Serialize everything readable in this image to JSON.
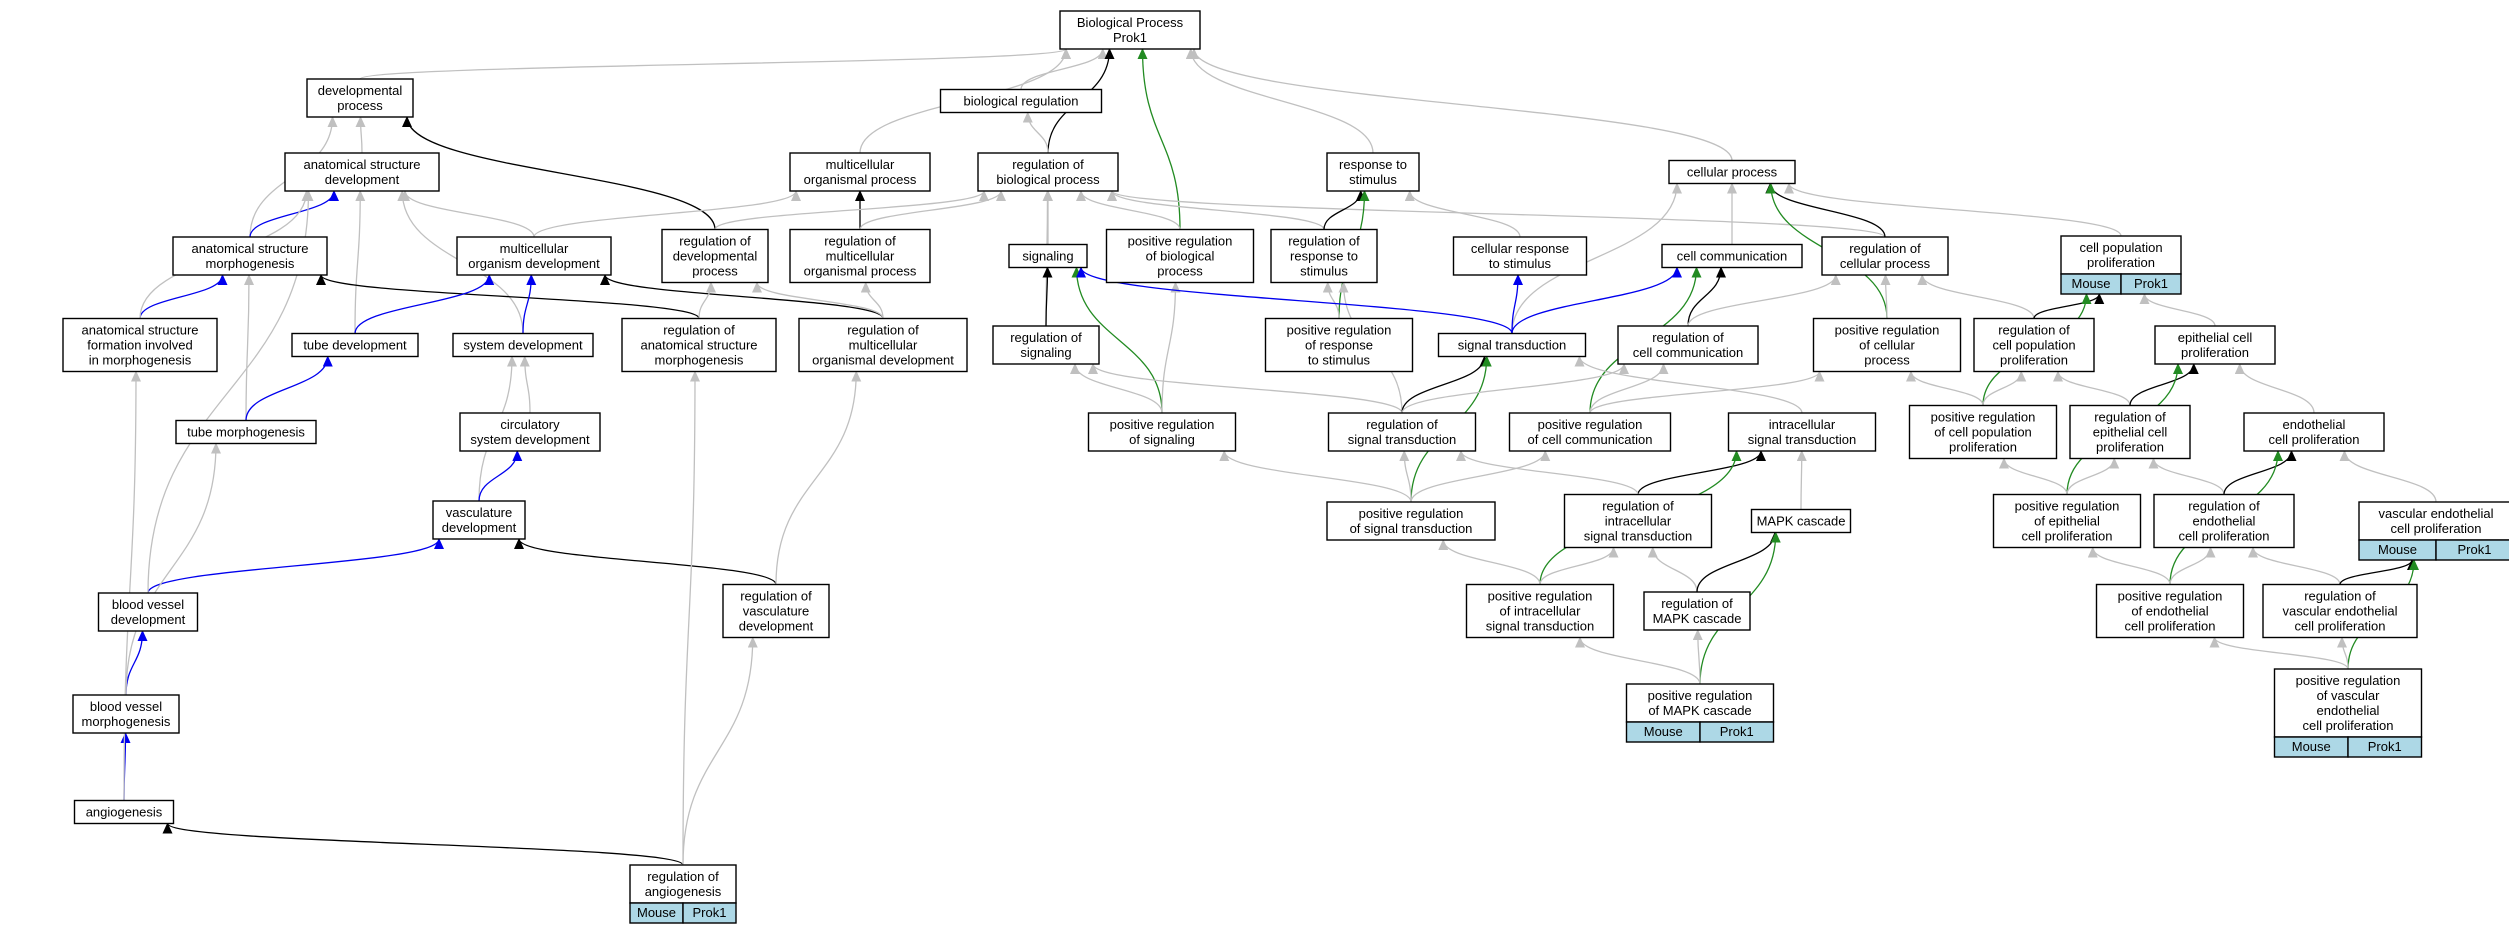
{
  "colors": {
    "is_a": "#c0c0c0",
    "regulates": "#000000",
    "positively_regulates": "#228b22",
    "part_of": "#0000ee",
    "annotation_fill": "#add8e6"
  },
  "nodes": [
    {
      "id": "bp",
      "lines": [
        "Biological Process",
        "Prok1"
      ]
    },
    {
      "id": "dev",
      "lines": [
        "developmental",
        "process"
      ]
    },
    {
      "id": "biolreg",
      "lines": [
        "biological regulation"
      ]
    },
    {
      "id": "asd",
      "lines": [
        "anatomical structure",
        "development"
      ]
    },
    {
      "id": "mop",
      "lines": [
        "multicellular",
        "organismal process"
      ]
    },
    {
      "id": "regbp",
      "lines": [
        "regulation of",
        "biological process"
      ]
    },
    {
      "id": "resp",
      "lines": [
        "response to",
        "stimulus"
      ]
    },
    {
      "id": "cellproc",
      "lines": [
        "cellular process"
      ]
    },
    {
      "id": "cpp",
      "lines": [
        "cell population",
        "proliferation"
      ],
      "annotation": [
        "Mouse",
        "Prok1"
      ]
    },
    {
      "id": "asm",
      "lines": [
        "anatomical structure",
        "morphogenesis"
      ]
    },
    {
      "id": "mod",
      "lines": [
        "multicellular",
        "organism development"
      ]
    },
    {
      "id": "regdev",
      "lines": [
        "regulation of",
        "developmental",
        "process"
      ]
    },
    {
      "id": "regmop",
      "lines": [
        "regulation of",
        "multicellular",
        "organismal process"
      ]
    },
    {
      "id": "signaling",
      "lines": [
        "signaling"
      ]
    },
    {
      "id": "posregbp",
      "lines": [
        "positive regulation",
        "of biological",
        "process"
      ]
    },
    {
      "id": "regresp",
      "lines": [
        "regulation of",
        "response to",
        "stimulus"
      ]
    },
    {
      "id": "cellresp",
      "lines": [
        "cellular response",
        "to stimulus"
      ]
    },
    {
      "id": "cellcomm",
      "lines": [
        "cell communication"
      ]
    },
    {
      "id": "regcp",
      "lines": [
        "regulation of",
        "cellular process"
      ]
    },
    {
      "id": "asfm",
      "lines": [
        "anatomical structure",
        "formation involved",
        "in morphogenesis"
      ]
    },
    {
      "id": "tubedev",
      "lines": [
        "tube development"
      ]
    },
    {
      "id": "sysdev",
      "lines": [
        "system development"
      ]
    },
    {
      "id": "regasm",
      "lines": [
        "regulation of",
        "anatomical structure",
        "morphogenesis"
      ]
    },
    {
      "id": "regmod",
      "lines": [
        "regulation of",
        "multicellular",
        "organismal development"
      ]
    },
    {
      "id": "regsig",
      "lines": [
        "regulation of",
        "signaling"
      ]
    },
    {
      "id": "posregresp",
      "lines": [
        "positive regulation",
        "of response",
        "to stimulus"
      ]
    },
    {
      "id": "sigtrans",
      "lines": [
        "signal transduction"
      ]
    },
    {
      "id": "regcellcomm",
      "lines": [
        "regulation of",
        "cell communication"
      ]
    },
    {
      "id": "posregcp",
      "lines": [
        "positive regulation",
        "of cellular",
        "process"
      ]
    },
    {
      "id": "regcpp",
      "lines": [
        "regulation of",
        "cell population",
        "proliferation"
      ]
    },
    {
      "id": "epicp",
      "lines": [
        "epithelial cell",
        "proliferation"
      ]
    },
    {
      "id": "tubemorph",
      "lines": [
        "tube morphogenesis"
      ]
    },
    {
      "id": "circsys",
      "lines": [
        "circulatory",
        "system development"
      ]
    },
    {
      "id": "posregsig",
      "lines": [
        "positive regulation",
        "of signaling"
      ]
    },
    {
      "id": "regst",
      "lines": [
        "regulation of",
        "signal transduction"
      ]
    },
    {
      "id": "posregcellcomm",
      "lines": [
        "positive regulation",
        "of cell communication"
      ]
    },
    {
      "id": "intrast",
      "lines": [
        "intracellular",
        "signal transduction"
      ]
    },
    {
      "id": "posregcpp",
      "lines": [
        "positive regulation",
        "of cell population",
        "proliferation"
      ]
    },
    {
      "id": "regepicp",
      "lines": [
        "regulation of",
        "epithelial cell",
        "proliferation"
      ]
    },
    {
      "id": "endocp",
      "lines": [
        "endothelial",
        "cell proliferation"
      ]
    },
    {
      "id": "vascdev",
      "lines": [
        "vasculature",
        "development"
      ]
    },
    {
      "id": "posregst",
      "lines": [
        "positive regulation",
        "of signal transduction"
      ]
    },
    {
      "id": "regintrast",
      "lines": [
        "regulation of",
        "intracellular",
        "signal transduction"
      ]
    },
    {
      "id": "mapk",
      "lines": [
        "MAPK cascade"
      ]
    },
    {
      "id": "posregepicp",
      "lines": [
        "positive regulation",
        "of epithelial",
        "cell proliferation"
      ]
    },
    {
      "id": "regendocp",
      "lines": [
        "regulation of",
        "endothelial",
        "cell proliferation"
      ]
    },
    {
      "id": "vascendocp",
      "lines": [
        "vascular endothelial",
        "cell proliferation"
      ],
      "annotation": [
        "Mouse",
        "Prok1"
      ]
    },
    {
      "id": "bvdev",
      "lines": [
        "blood vessel",
        "development"
      ]
    },
    {
      "id": "regvascdev",
      "lines": [
        "regulation of",
        "vasculature",
        "development"
      ]
    },
    {
      "id": "posregintrast",
      "lines": [
        "positive regulation",
        "of intracellular",
        "signal transduction"
      ]
    },
    {
      "id": "regmapk",
      "lines": [
        "regulation of",
        "MAPK cascade"
      ]
    },
    {
      "id": "posregendocp",
      "lines": [
        "positive regulation",
        "of endothelial",
        "cell proliferation"
      ]
    },
    {
      "id": "regvascendocp",
      "lines": [
        "regulation of",
        "vascular endothelial",
        "cell proliferation"
      ]
    },
    {
      "id": "bvmorph",
      "lines": [
        "blood vessel",
        "morphogenesis"
      ]
    },
    {
      "id": "posregmapk",
      "lines": [
        "positive regulation",
        "of MAPK cascade"
      ],
      "annotation": [
        "Mouse",
        "Prok1"
      ]
    },
    {
      "id": "posregvascendocp",
      "lines": [
        "positive regulation",
        "of vascular",
        "endothelial",
        "cell proliferation"
      ],
      "annotation": [
        "Mouse",
        "Prok1"
      ]
    },
    {
      "id": "angio",
      "lines": [
        "angiogenesis"
      ]
    },
    {
      "id": "regangio",
      "lines": [
        "regulation of",
        "angiogenesis"
      ],
      "annotation": [
        "Mouse",
        "Prok1"
      ]
    }
  ],
  "edges": [
    {
      "from": "dev",
      "to": "bp",
      "type": "is_a"
    },
    {
      "from": "biolreg",
      "to": "bp",
      "type": "is_a"
    },
    {
      "from": "mop",
      "to": "bp",
      "type": "is_a"
    },
    {
      "from": "regbp",
      "to": "bp",
      "type": "regulates"
    },
    {
      "from": "posregbp",
      "to": "bp",
      "type": "positively_regulates"
    },
    {
      "from": "resp",
      "to": "bp",
      "type": "is_a"
    },
    {
      "from": "cellproc",
      "to": "bp",
      "type": "is_a"
    },
    {
      "from": "regbp",
      "to": "biolreg",
      "type": "is_a"
    },
    {
      "from": "asd",
      "to": "dev",
      "type": "is_a"
    },
    {
      "from": "regdev",
      "to": "dev",
      "type": "regulates"
    },
    {
      "from": "asm",
      "to": "dev",
      "type": "is_a"
    },
    {
      "from": "asm",
      "to": "asd",
      "type": "part_of"
    },
    {
      "from": "mod",
      "to": "asd",
      "type": "is_a"
    },
    {
      "from": "tubedev",
      "to": "asd",
      "type": "is_a"
    },
    {
      "from": "sysdev",
      "to": "asd",
      "type": "is_a"
    },
    {
      "from": "mod",
      "to": "mop",
      "type": "is_a"
    },
    {
      "from": "regmop",
      "to": "mop",
      "type": "regulates"
    },
    {
      "from": "regmop",
      "to": "regbp",
      "type": "is_a"
    },
    {
      "from": "regdev",
      "to": "regbp",
      "type": "is_a"
    },
    {
      "from": "signaling",
      "to": "regbp",
      "type": "is_a"
    },
    {
      "from": "posregbp",
      "to": "regbp",
      "type": "is_a"
    },
    {
      "from": "regresp",
      "to": "regbp",
      "type": "is_a"
    },
    {
      "from": "regcp",
      "to": "regbp",
      "type": "is_a"
    },
    {
      "from": "regsig",
      "to": "regbp",
      "type": "is_a"
    },
    {
      "from": "regresp",
      "to": "resp",
      "type": "regulates"
    },
    {
      "from": "cellresp",
      "to": "resp",
      "type": "is_a"
    },
    {
      "from": "posregresp",
      "to": "resp",
      "type": "positively_regulates"
    },
    {
      "from": "cellcomm",
      "to": "cellproc",
      "type": "is_a"
    },
    {
      "from": "regcp",
      "to": "cellproc",
      "type": "regulates"
    },
    {
      "from": "cpp",
      "to": "cellproc",
      "type": "is_a"
    },
    {
      "from": "sigtrans",
      "to": "cellproc",
      "type": "is_a"
    },
    {
      "from": "posregcp",
      "to": "cellproc",
      "type": "positively_regulates"
    },
    {
      "from": "asfm",
      "to": "asm",
      "type": "part_of"
    },
    {
      "from": "regasm",
      "to": "asm",
      "type": "regulates"
    },
    {
      "from": "tubemorph",
      "to": "asm",
      "type": "is_a"
    },
    {
      "from": "tubedev",
      "to": "mod",
      "type": "part_of"
    },
    {
      "from": "sysdev",
      "to": "mod",
      "type": "part_of"
    },
    {
      "from": "regmod",
      "to": "mod",
      "type": "regulates"
    },
    {
      "from": "regasm",
      "to": "regdev",
      "type": "is_a"
    },
    {
      "from": "regmod",
      "to": "regdev",
      "type": "is_a"
    },
    {
      "from": "regmod",
      "to": "regmop",
      "type": "is_a"
    },
    {
      "from": "regsig",
      "to": "signaling",
      "type": "regulates"
    },
    {
      "from": "posregsig",
      "to": "signaling",
      "type": "positively_regulates"
    },
    {
      "from": "posregsig",
      "to": "posregbp",
      "type": "is_a"
    },
    {
      "from": "posregresp",
      "to": "regresp",
      "type": "is_a"
    },
    {
      "from": "regst",
      "to": "regresp",
      "type": "is_a"
    },
    {
      "from": "sigtrans",
      "to": "cellresp",
      "type": "part_of"
    },
    {
      "from": "sigtrans",
      "to": "cellcomm",
      "type": "part_of"
    },
    {
      "from": "regcellcomm",
      "to": "cellcomm",
      "type": "regulates"
    },
    {
      "from": "posregcellcomm",
      "to": "cellcomm",
      "type": "positively_regulates"
    },
    {
      "from": "sigtrans",
      "to": "signaling",
      "type": "part_of"
    },
    {
      "from": "regcellcomm",
      "to": "regcp",
      "type": "is_a"
    },
    {
      "from": "posregcp",
      "to": "regcp",
      "type": "is_a"
    },
    {
      "from": "regcpp",
      "to": "regcp",
      "type": "is_a"
    },
    {
      "from": "regcpp",
      "to": "cpp",
      "type": "regulates"
    },
    {
      "from": "posregcpp",
      "to": "cpp",
      "type": "positively_regulates"
    },
    {
      "from": "epicp",
      "to": "cpp",
      "type": "is_a"
    },
    {
      "from": "asfm",
      "to": "asd",
      "type": "is_a"
    },
    {
      "from": "tubemorph",
      "to": "tubedev",
      "type": "part_of"
    },
    {
      "from": "circsys",
      "to": "sysdev",
      "type": "is_a"
    },
    {
      "from": "vascdev",
      "to": "sysdev",
      "type": "is_a"
    },
    {
      "from": "regst",
      "to": "regsig",
      "type": "is_a"
    },
    {
      "from": "posregsig",
      "to": "regsig",
      "type": "is_a"
    },
    {
      "from": "regst",
      "to": "sigtrans",
      "type": "regulates"
    },
    {
      "from": "posregst",
      "to": "sigtrans",
      "type": "positively_regulates"
    },
    {
      "from": "intrast",
      "to": "sigtrans",
      "type": "is_a"
    },
    {
      "from": "regst",
      "to": "regcellcomm",
      "type": "is_a"
    },
    {
      "from": "posregcellcomm",
      "to": "regcellcomm",
      "type": "is_a"
    },
    {
      "from": "posregcellcomm",
      "to": "posregcp",
      "type": "is_a"
    },
    {
      "from": "posregcpp",
      "to": "posregcp",
      "type": "is_a"
    },
    {
      "from": "posregcpp",
      "to": "regcpp",
      "type": "is_a"
    },
    {
      "from": "regepicp",
      "to": "regcpp",
      "type": "is_a"
    },
    {
      "from": "regepicp",
      "to": "epicp",
      "type": "regulates"
    },
    {
      "from": "endocp",
      "to": "epicp",
      "type": "is_a"
    },
    {
      "from": "posregepicp",
      "to": "epicp",
      "type": "positively_regulates"
    },
    {
      "from": "vascdev",
      "to": "circsys",
      "type": "part_of"
    },
    {
      "from": "posregst",
      "to": "regst",
      "type": "is_a"
    },
    {
      "from": "posregst",
      "to": "posregcellcomm",
      "type": "is_a"
    },
    {
      "from": "posregst",
      "to": "posregsig",
      "type": "is_a"
    },
    {
      "from": "regintrast",
      "to": "intrast",
      "type": "regulates"
    },
    {
      "from": "mapk",
      "to": "intrast",
      "type": "is_a"
    },
    {
      "from": "posregintrast",
      "to": "intrast",
      "type": "positively_regulates"
    },
    {
      "from": "regintrast",
      "to": "regst",
      "type": "is_a"
    },
    {
      "from": "posregepicp",
      "to": "posregcpp",
      "type": "is_a"
    },
    {
      "from": "posregepicp",
      "to": "regepicp",
      "type": "is_a"
    },
    {
      "from": "regendocp",
      "to": "regepicp",
      "type": "is_a"
    },
    {
      "from": "regendocp",
      "to": "endocp",
      "type": "regulates"
    },
    {
      "from": "vascendocp",
      "to": "endocp",
      "type": "is_a"
    },
    {
      "from": "posregendocp",
      "to": "endocp",
      "type": "positively_regulates"
    },
    {
      "from": "bvdev",
      "to": "vascdev",
      "type": "part_of"
    },
    {
      "from": "regvascdev",
      "to": "vascdev",
      "type": "regulates"
    },
    {
      "from": "regvascdev",
      "to": "regmod",
      "type": "is_a"
    },
    {
      "from": "posregintrast",
      "to": "posregst",
      "type": "is_a"
    },
    {
      "from": "posregintrast",
      "to": "regintrast",
      "type": "is_a"
    },
    {
      "from": "regmapk",
      "to": "regintrast",
      "type": "is_a"
    },
    {
      "from": "regmapk",
      "to": "mapk",
      "type": "regulates"
    },
    {
      "from": "posregmapk",
      "to": "mapk",
      "type": "positively_regulates"
    },
    {
      "from": "posregmapk",
      "to": "regmapk",
      "type": "is_a"
    },
    {
      "from": "posregmapk",
      "to": "posregintrast",
      "type": "is_a"
    },
    {
      "from": "posregendocp",
      "to": "posregepicp",
      "type": "is_a"
    },
    {
      "from": "posregendocp",
      "to": "regendocp",
      "type": "is_a"
    },
    {
      "from": "regvascendocp",
      "to": "regendocp",
      "type": "is_a"
    },
    {
      "from": "regvascendocp",
      "to": "vascendocp",
      "type": "regulates"
    },
    {
      "from": "posregvascendocp",
      "to": "vascendocp",
      "type": "positively_regulates"
    },
    {
      "from": "posregvascendocp",
      "to": "regvascendocp",
      "type": "is_a"
    },
    {
      "from": "posregvascendocp",
      "to": "posregendocp",
      "type": "is_a"
    },
    {
      "from": "bvmorph",
      "to": "bvdev",
      "type": "part_of"
    },
    {
      "from": "bvdev",
      "to": "asd",
      "type": "is_a"
    },
    {
      "from": "bvmorph",
      "to": "tubemorph",
      "type": "is_a"
    },
    {
      "from": "angio",
      "to": "bvmorph",
      "type": "part_of"
    },
    {
      "from": "angio",
      "to": "asfm",
      "type": "is_a"
    },
    {
      "from": "regangio",
      "to": "angio",
      "type": "regulates"
    },
    {
      "from": "regangio",
      "to": "regasm",
      "type": "is_a"
    },
    {
      "from": "regangio",
      "to": "regvascdev",
      "type": "is_a"
    }
  ]
}
